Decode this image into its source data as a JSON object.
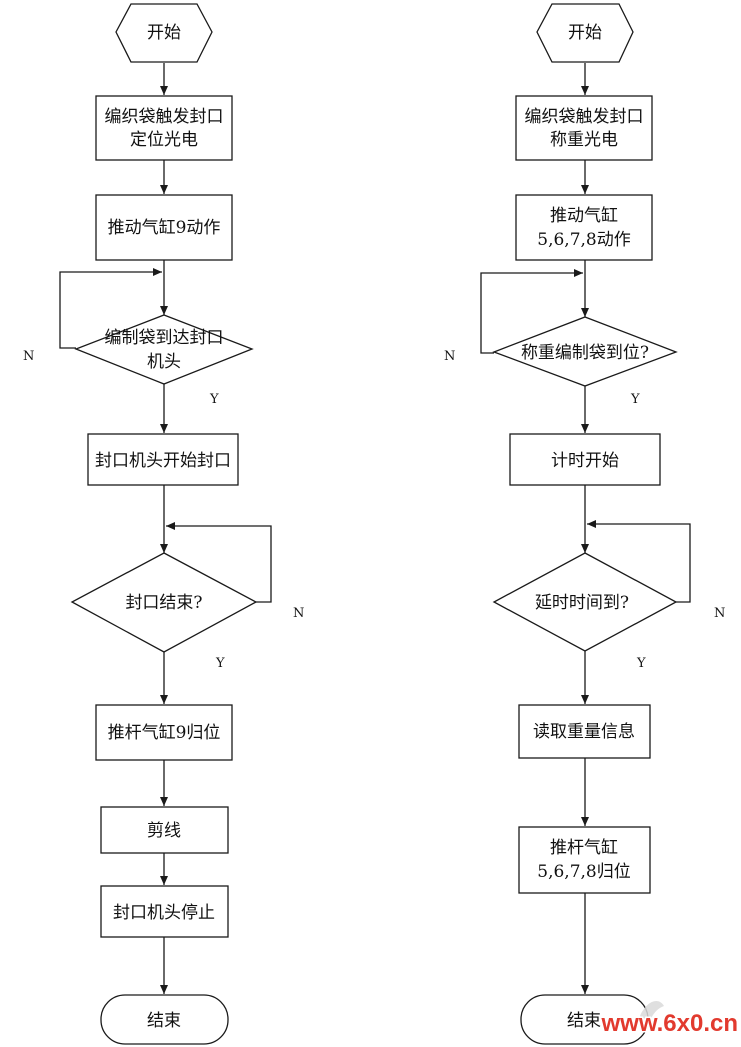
{
  "left": {
    "start": "开始",
    "step1": [
      "编织袋触发封口",
      "定位光电"
    ],
    "step2": "推动气缸9动作",
    "decision1": [
      "编制袋到达封口",
      "机头"
    ],
    "step3": "封口机头开始封口",
    "decision2": "封口结束?",
    "step4": "推杆气缸9归位",
    "step5": "剪线",
    "step6": "封口机头停止",
    "end": "结束",
    "no1": "N",
    "yes1": "Y",
    "no2": "N",
    "yes2": "Y"
  },
  "right": {
    "start": "开始",
    "step1": [
      "编织袋触发封口",
      "称重光电"
    ],
    "step2": [
      "推动气缸",
      "5,6,7,8动作"
    ],
    "decision1": "称重编制袋到位?",
    "step3": "计时开始",
    "decision2": "延时时间到?",
    "step4": "读取重量信息",
    "step5": [
      "推杆气缸",
      "5,6,7,8归位"
    ],
    "end": "结束",
    "no1": "N",
    "yes1": "Y",
    "no2": "N",
    "yes2": "Y"
  },
  "watermark": {
    "text": "www.6x0.cn",
    "color": "#e23a2e",
    "accent": "#1f5fbf"
  }
}
